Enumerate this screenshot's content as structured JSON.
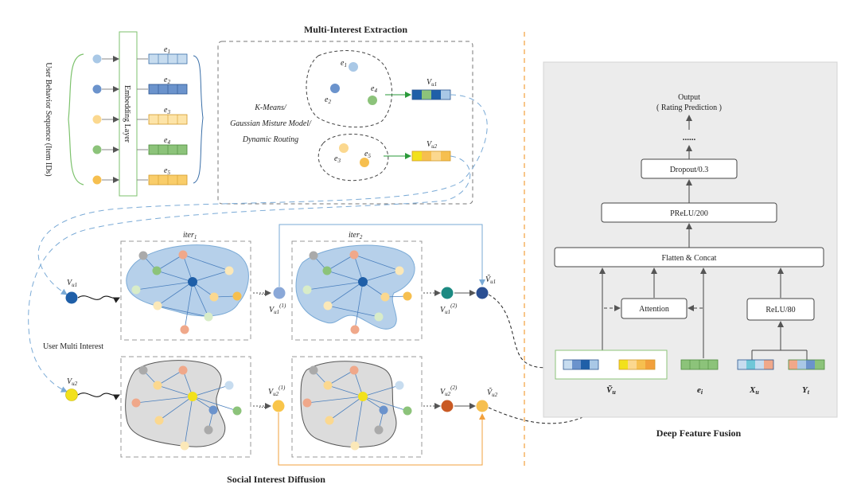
{
  "titles": {
    "multi_interest": "Multi-Interest Extraction",
    "social": "Social Interest Diffusion",
    "deep_fusion": "Deep Feature Fusion"
  },
  "left": {
    "behavior_label": "User Behavior Sequence (Item IDs)",
    "embedding_label": "Embedding Layer",
    "embeddings": [
      {
        "sym": "e",
        "sub": "1"
      },
      {
        "sym": "e",
        "sub": "2"
      },
      {
        "sym": "e",
        "sub": "3"
      },
      {
        "sym": "e",
        "sub": "4"
      },
      {
        "sym": "e",
        "sub": "5"
      }
    ]
  },
  "extraction": {
    "methods": [
      "K-Means/",
      "Gaussian Misture Model/",
      "Dynamic Routing"
    ],
    "cluster1": [
      {
        "sym": "e",
        "sub": "1"
      },
      {
        "sym": "e",
        "sub": "2"
      },
      {
        "sym": "e",
        "sub": "4"
      }
    ],
    "cluster2": [
      {
        "sym": "e",
        "sub": "3"
      },
      {
        "sym": "e",
        "sub": "5"
      }
    ],
    "out1": {
      "sym": "V",
      "sub": "u1"
    },
    "out2": {
      "sym": "V",
      "sub": "u2"
    }
  },
  "social": {
    "user_multi_interest": "User Multi Interest",
    "iter1": {
      "sym": "iter",
      "sub": "1"
    },
    "iter2": {
      "sym": "iter",
      "sub": "2"
    },
    "v1": {
      "sym": "V",
      "sub": "u1"
    },
    "v2": {
      "sym": "V",
      "sub": "u2"
    },
    "v1_iter1": {
      "sym": "V",
      "sub": "u1",
      "sup": "(1)"
    },
    "v1_iter2": {
      "sym": "V",
      "sub": "u1",
      "sup": "(2)"
    },
    "v2_iter1": {
      "sym": "V",
      "sub": "u2",
      "sup": "(1)"
    },
    "v2_iter2": {
      "sym": "V",
      "sub": "u2",
      "sup": "(2)"
    },
    "v1_final": {
      "sym": "Ṽ",
      "sub": "u1"
    },
    "v2_final": {
      "sym": "Ṽ",
      "sub": "u2"
    },
    "dots": "⋯"
  },
  "fusion": {
    "output": "Output",
    "output_sub": "( Rating Prediction )",
    "dots": "......",
    "dropout": "Dropout/0.3",
    "prelu": "PReLU/200",
    "flatten": "Flatten & Concat",
    "attention": "Attention",
    "relu": "ReLU/80",
    "inputs": [
      {
        "sym": "Ṽ",
        "sub": "u"
      },
      {
        "sym": "e",
        "sub": "i"
      },
      {
        "sym": "X",
        "sub": "u"
      },
      {
        "sym": "Y",
        "sub": "t"
      }
    ]
  },
  "colors": {
    "light_blue": "#a9c8e6",
    "mid_blue": "#6b93cc",
    "dark_blue": "#1f5fa8",
    "yellow_light": "#fbd88f",
    "yellow": "#f6bf4f",
    "green": "#8cc37a",
    "gray_panel": "#eeeeee",
    "orange": "#f2a03c",
    "teal": "#1c8a82",
    "rust": "#c95a24"
  }
}
